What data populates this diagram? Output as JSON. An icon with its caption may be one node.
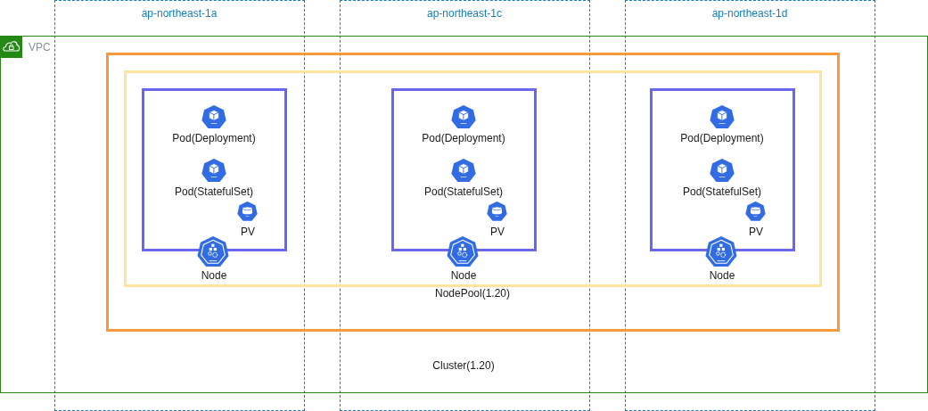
{
  "diagram": {
    "nodes": [
      {
        "text": [
          "ap-northeast-1a"
        ]
      },
      {
        "text": [
          "ap-northeast-1c"
        ]
      },
      {
        "text": [
          "ap-northeast-1d"
        ]
      },
      {
        "text": [
          "VPC"
        ]
      },
      {
        "text": [],
        "shape": "box",
        "in": 3
      },
      {
        "text": [],
        "shape": "box",
        "beside": [
          "NodePool(1.20)"
        ],
        "in": 4
      },
      {
        "text": [
          "Pod(Deployment)",
          "Pod(StatefulSet)",
          "PV"
        ],
        "beside": [
          "Node"
        ]
      },
      {
        "text": [
          "Pod(Deployment)",
          "Pod(StatefulSet)",
          "PV"
        ],
        "beside": [
          "Node"
        ]
      },
      {
        "text": [
          "Pod(Deployment)",
          "Pod(StatefulSet)",
          "PV"
        ],
        "beside": [
          "Node"
        ]
      }
    ],
    "labels": [
      "Cluster(1.20)"
    ]
  }
}
